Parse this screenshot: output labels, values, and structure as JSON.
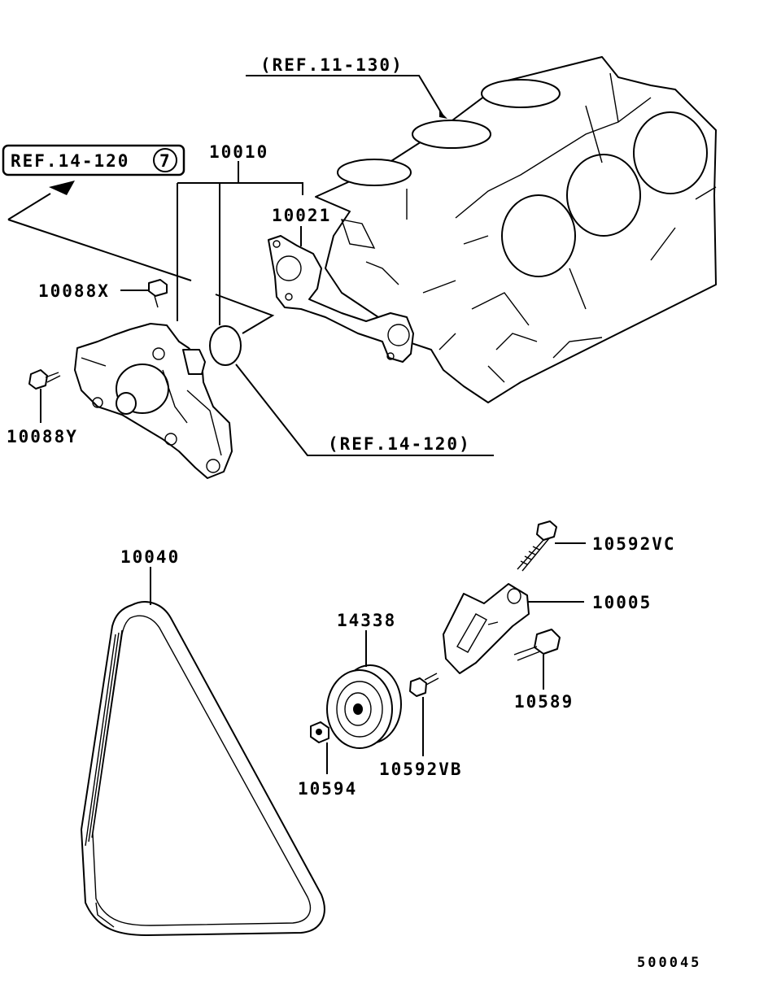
{
  "labels": {
    "ref_11_130": "(REF.11-130)",
    "ref_14_120_boxed": "REF.14-120",
    "ref_14_120_circle": "7",
    "ref_14_120": "(REF.14-120)",
    "p10010": "10010",
    "p10021": "10021",
    "p10088x": "10088X",
    "p10088y": "10088Y",
    "p10040": "10040",
    "p14338": "14338",
    "p10592vc": "10592VC",
    "p10005": "10005",
    "p10589": "10589",
    "p10594": "10594",
    "p10592vb": "10592VB",
    "diagram_no": "500045"
  }
}
